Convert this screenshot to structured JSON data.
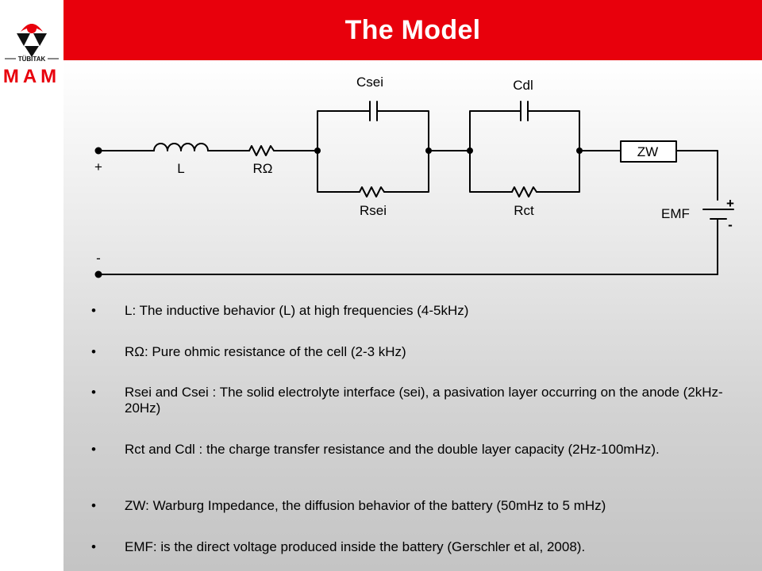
{
  "header": {
    "title": "The Model"
  },
  "logo": {
    "org": "TÜBİTAK",
    "unit": "MAM",
    "accent_color": "#e8000c"
  },
  "diagram": {
    "labels": {
      "inductor": "L",
      "ohmic_resistor": "RΩ",
      "sei_capacitor": "Csei",
      "sei_resistor": "Rsei",
      "dl_capacitor": "Cdl",
      "ct_resistor": "Rct",
      "warburg": "ZW",
      "emf": "EMF",
      "positive_terminal": "+",
      "negative_terminal": "-",
      "battery_plus": "+",
      "battery_minus": "-"
    }
  },
  "bullets": [
    {
      "marker": "•",
      "text": "L: The inductive behavior (L) at high frequencies (4-5kHz)"
    },
    {
      "marker": "•",
      "text": "RΩ: Pure ohmic resistance of the cell (2-3 kHz)"
    },
    {
      "marker": "•",
      "text": "Rsei and Csei : The solid electrolyte interface (sei), a pasivation layer occurring on the anode (2kHz-20Hz)"
    },
    {
      "marker": "•",
      "text": "Rct and Cdl : the charge transfer resistance and the double layer capacity (2Hz-100mHz)."
    },
    {
      "marker": "•",
      "text": "ZW: Warburg Impedance, the diffusion behavior of the battery (50mHz to 5 mHz)"
    },
    {
      "marker": "•",
      "text": "EMF: is the direct voltage produced inside the battery (Gerschler et al, 2008)."
    }
  ]
}
